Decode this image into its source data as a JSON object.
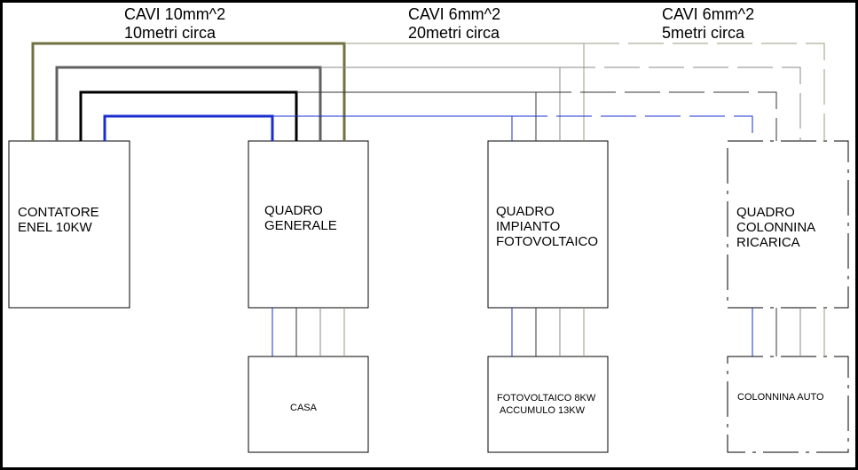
{
  "headers": {
    "h1_line1": "CAVI 10mm^2",
    "h1_line2": "10metri circa",
    "h2_line1": "CAVI 6mm^2",
    "h2_line2": "20metri circa",
    "h3_line1": "CAVI 6mm^2",
    "h3_line2": "5metri circa"
  },
  "boxes": {
    "contatore": {
      "line1": "CONTATORE",
      "line2": "ENEL 10KW"
    },
    "quadro_generale": {
      "line1": "QUADRO",
      "line2": "GENERALE"
    },
    "quadro_fv": {
      "line1": "QUADRO",
      "line2": "IMPIANTO",
      "line3": "FOTOVOLTAICO"
    },
    "quadro_colonnina": {
      "line1": "QUADRO",
      "line2": "COLONNINA",
      "line3": "RICARICA"
    },
    "casa": {
      "line1": "CASA"
    },
    "fotovoltaico": {
      "line1": "FOTOVOLTAICO 8KW",
      "line2": "ACCUMULO 13KW"
    },
    "colonnina_auto": {
      "line1": "COLONNINA AUTO"
    }
  },
  "colors": {
    "wire_earth": "#707040",
    "wire_grey": "#606060",
    "wire_black": "#000000",
    "wire_blue": "#1a2ed0"
  }
}
